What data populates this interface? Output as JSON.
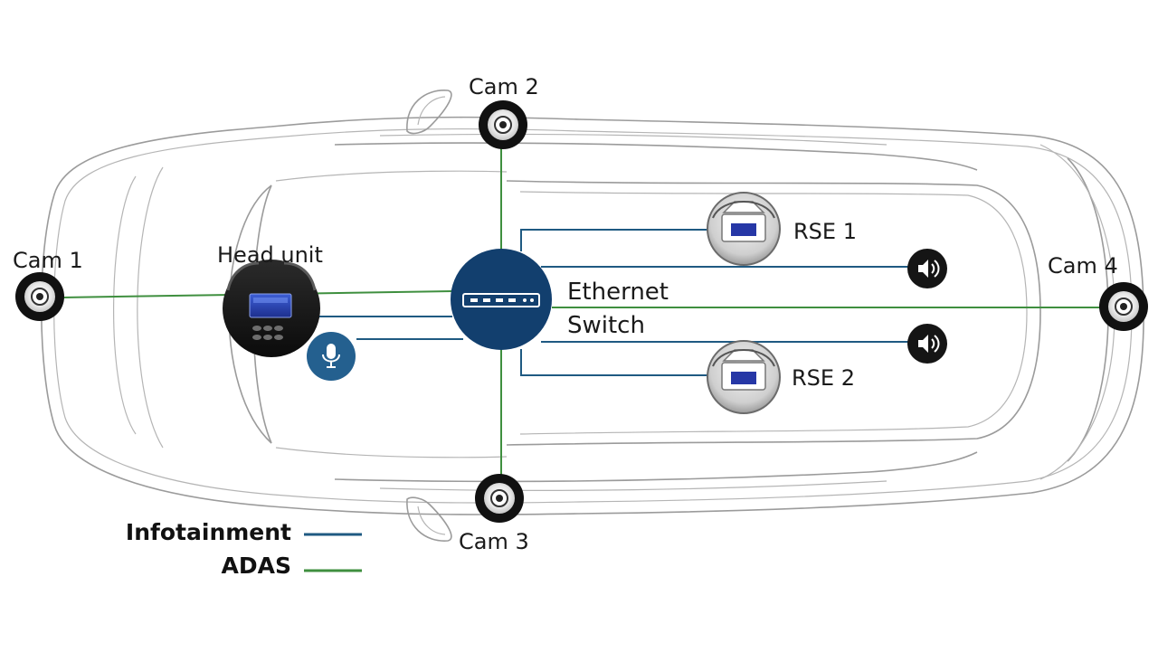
{
  "colors": {
    "infotainment": "#1f5a82",
    "adas": "#3f8f3f",
    "switch_fill": "#123f6e",
    "mic_fill": "#24608f",
    "car_outline": "#9b9b9b"
  },
  "nodes": {
    "cam1": {
      "label": "Cam 1",
      "icon": "camera-icon"
    },
    "cam2": {
      "label": "Cam 2",
      "icon": "camera-icon"
    },
    "cam3": {
      "label": "Cam 3",
      "icon": "camera-icon"
    },
    "cam4": {
      "label": "Cam 4",
      "icon": "camera-icon"
    },
    "head_unit": {
      "label": "Head unit",
      "icon": "head-unit-icon"
    },
    "switch": {
      "label_line1": "Ethernet",
      "label_line2": "Switch",
      "icon": "ethernet-switch-icon"
    },
    "rse1": {
      "label": "RSE 1",
      "icon": "rear-seat-display-icon"
    },
    "rse2": {
      "label": "RSE 2",
      "icon": "rear-seat-display-icon"
    },
    "speaker1": {
      "icon": "speaker-icon"
    },
    "speaker2": {
      "icon": "speaker-icon"
    },
    "mic": {
      "icon": "microphone-icon"
    }
  },
  "connections": [
    {
      "from": "Ethernet Switch",
      "to": "Cam 1",
      "network": "ADAS"
    },
    {
      "from": "Ethernet Switch",
      "to": "Cam 2",
      "network": "ADAS"
    },
    {
      "from": "Ethernet Switch",
      "to": "Cam 3",
      "network": "ADAS"
    },
    {
      "from": "Ethernet Switch",
      "to": "Cam 4",
      "network": "ADAS"
    },
    {
      "from": "Ethernet Switch",
      "to": "Head unit",
      "network": "Infotainment"
    },
    {
      "from": "Ethernet Switch",
      "to": "Microphone",
      "network": "Infotainment"
    },
    {
      "from": "Ethernet Switch",
      "to": "RSE 1",
      "network": "Infotainment"
    },
    {
      "from": "Ethernet Switch",
      "to": "RSE 2",
      "network": "Infotainment"
    },
    {
      "from": "Ethernet Switch",
      "to": "Speaker 1",
      "network": "Infotainment"
    },
    {
      "from": "Ethernet Switch",
      "to": "Speaker 2",
      "network": "Infotainment"
    }
  ],
  "legend": {
    "infotainment": "Infotainment",
    "adas": "ADAS"
  }
}
